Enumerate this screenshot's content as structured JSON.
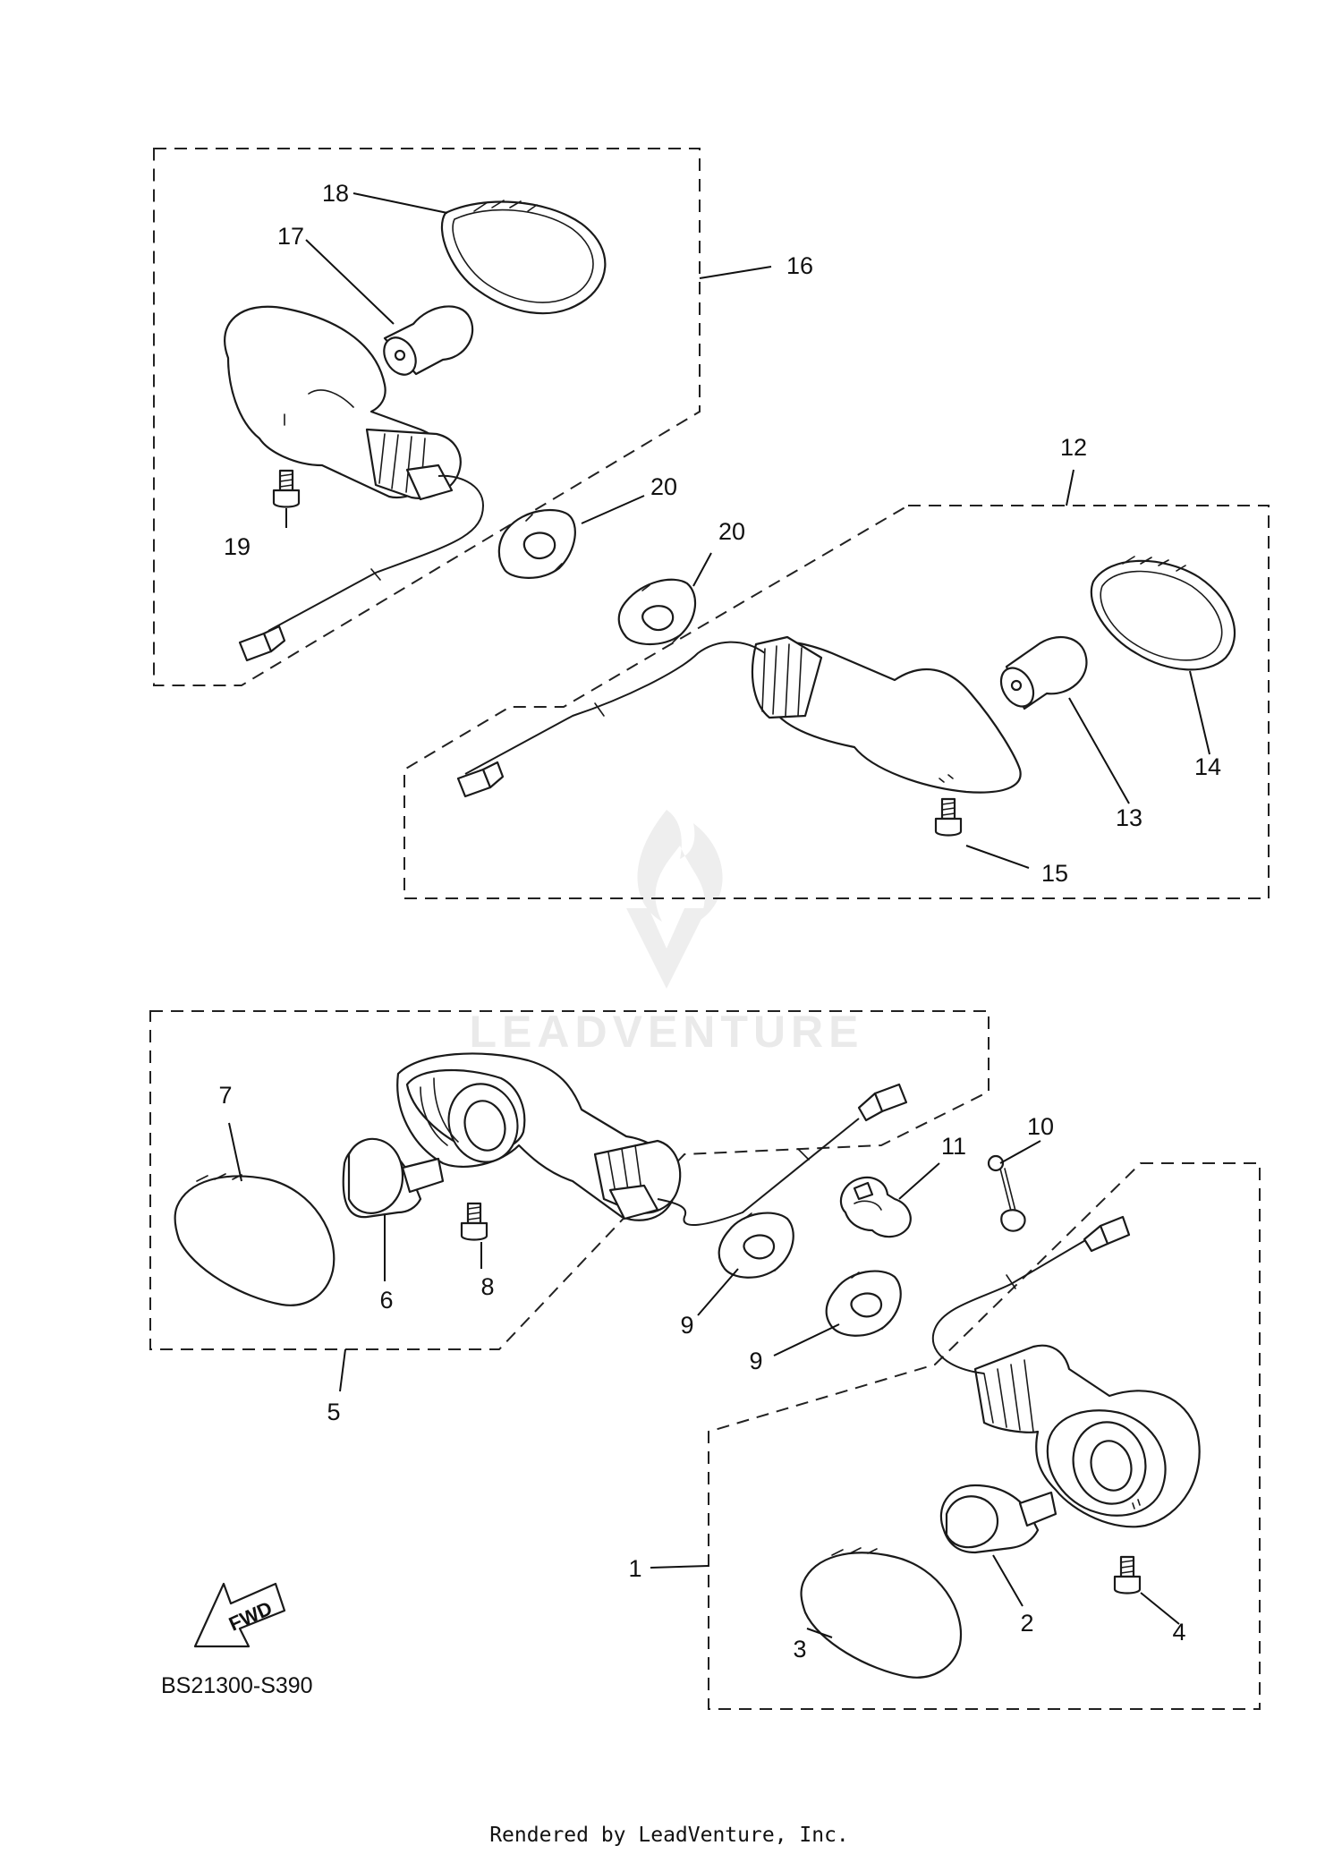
{
  "callouts": {
    "c1": "1",
    "c2": "2",
    "c3": "3",
    "c4": "4",
    "c5": "5",
    "c6": "6",
    "c7": "7",
    "c8": "8",
    "c9a": "9",
    "c9b": "9",
    "c10": "10",
    "c11": "11",
    "c12": "12",
    "c13": "13",
    "c14": "14",
    "c15": "15",
    "c16": "16",
    "c17": "17",
    "c18": "18",
    "c19": "19",
    "c20a": "20",
    "c20b": "20"
  },
  "direction_badge": "FWD",
  "diagram_code": "BS21300-S390",
  "watermark": "LEADVENTURE",
  "footer": "Rendered by LeadVenture, Inc."
}
